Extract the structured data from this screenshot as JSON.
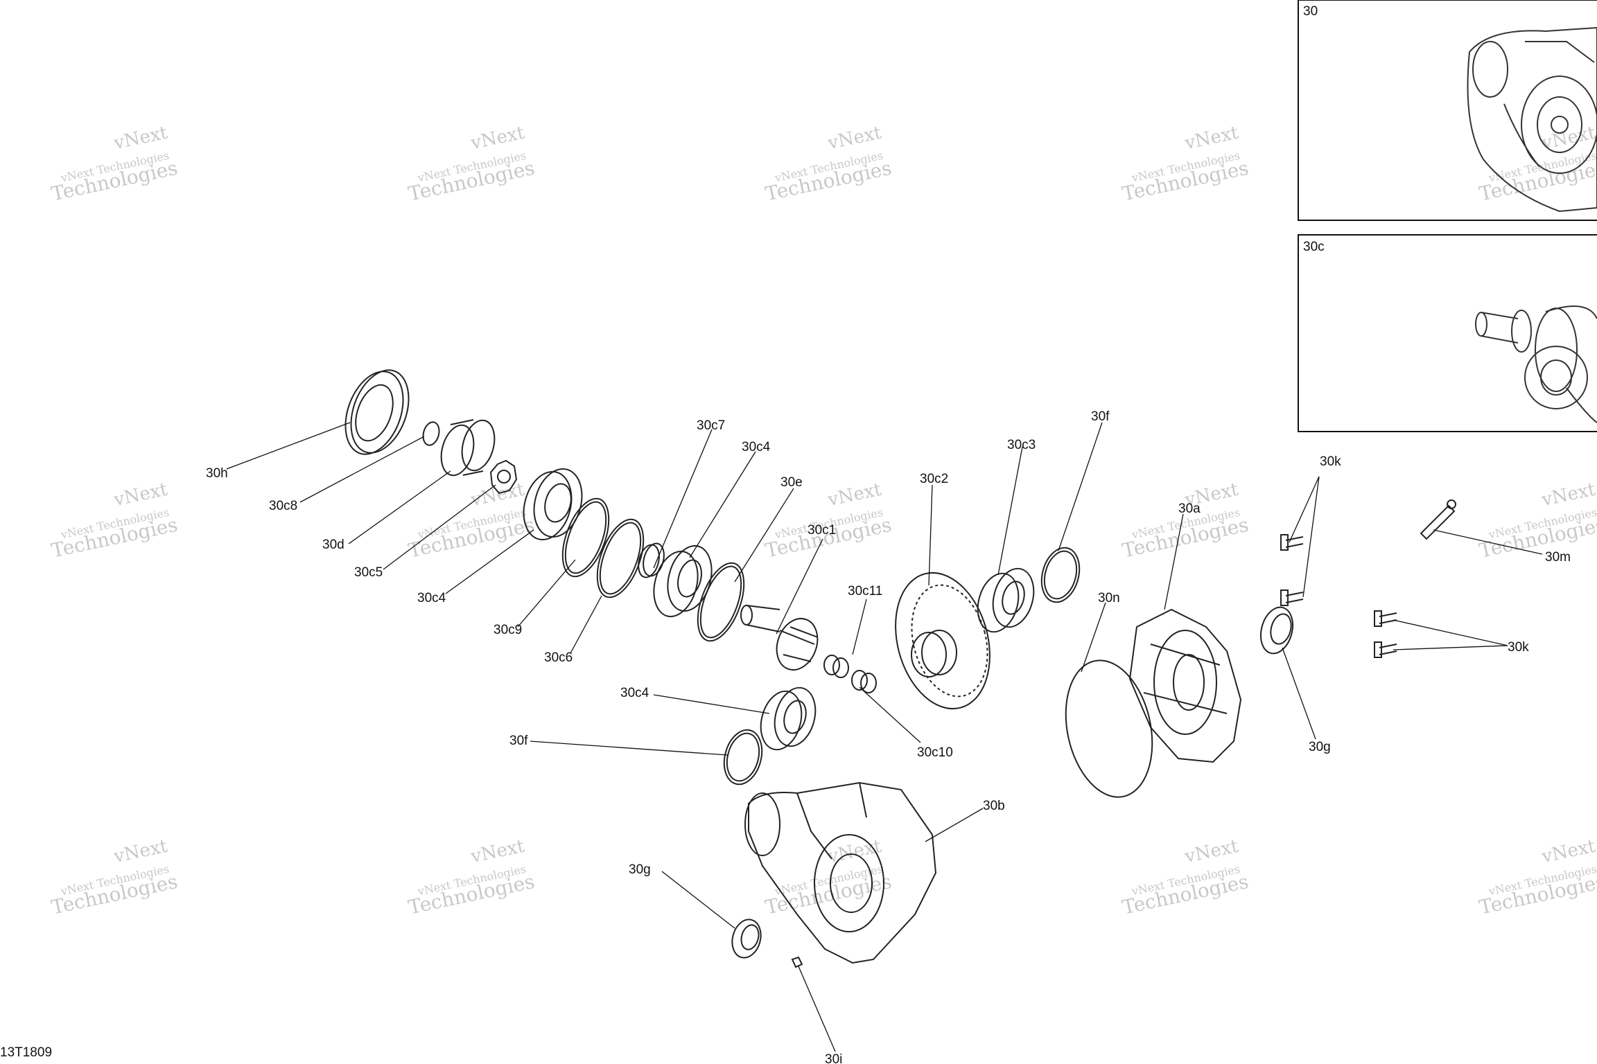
{
  "diagram": {
    "doc_id": "13T1809",
    "watermark_line1": "vNext Technologies",
    "watermark_line2": "Technologies",
    "watermark_top": "vNext",
    "inset_assembly_label": "30",
    "inset_gear_label": "30c",
    "callouts": {
      "c30h": "30h",
      "c30c8": "30c8",
      "c30d": "30d",
      "c30c5": "30c5",
      "c30c4a": "30c4",
      "c30c9": "30c9",
      "c30c6": "30c6",
      "c30c7": "30c7",
      "c30c4b": "30c4",
      "c30e": "30e",
      "c30c1": "30c1",
      "c30c11": "30c11",
      "c30c2": "30c2",
      "c30c3": "30c3",
      "c30f_top": "30f",
      "c30n": "30n",
      "c30a": "30a",
      "c30k_top": "30k",
      "c30m": "30m",
      "c30k_right": "30k",
      "c30g_right": "30g",
      "c30c10": "30c10",
      "c30c4c": "30c4",
      "c30f_low": "30f",
      "c30b": "30b",
      "c30g_low": "30g",
      "c30i": "30i"
    }
  }
}
